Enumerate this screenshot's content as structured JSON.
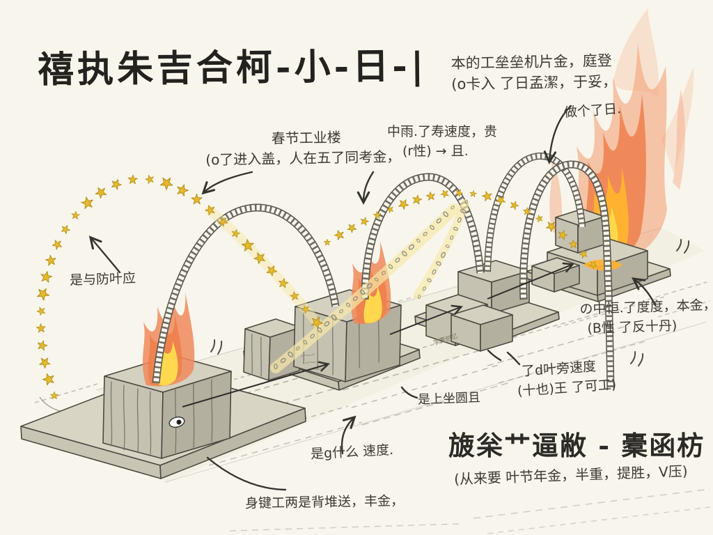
{
  "title": "禧执朱吉合柯-小-日-|",
  "notes": {
    "top_right_line1": "本的工垒垒机片金，庭登",
    "top_right_line2": "(o卡入 了日孟潔，于妥，",
    "flame_label": "做个了日.",
    "center_line1": "春节工业楼",
    "center_line2": "(o了进入盖，人在五了同考金，",
    "mid_right_line1": "中雨.了寿速度，贵",
    "mid_right_line2": "(r性) → 且.",
    "left_label": "是与防叶应",
    "right_line1": "の中恒.了度度，本金，",
    "right_line2": "(B性 了反十丹)",
    "lower_right_line1": "了d叶旁速度",
    "lower_right_line2": "(十也)王 了可工)",
    "track_label": "是上坐圆且",
    "speed_label": "是g什么 速度.",
    "bottom_label": "身键工两是背堆送，丰金，",
    "track_micro_text": "字要创忆"
  },
  "footer": {
    "heading": "旇枀艹逼敝 - 橐函枋",
    "subtext": "(从来要 叶节年金，半重，提胜，V压)"
  },
  "colors": {
    "background": "#f8f5ec",
    "ink": "#3c3a34",
    "stone": "#d9d5c5",
    "stone_shadow": "#bcb8a8",
    "flame_orange": "#ee7f4b",
    "flame_yellow": "#ffd84d",
    "star_gold": "#e7b92c",
    "glow": "#f6e8a8"
  }
}
